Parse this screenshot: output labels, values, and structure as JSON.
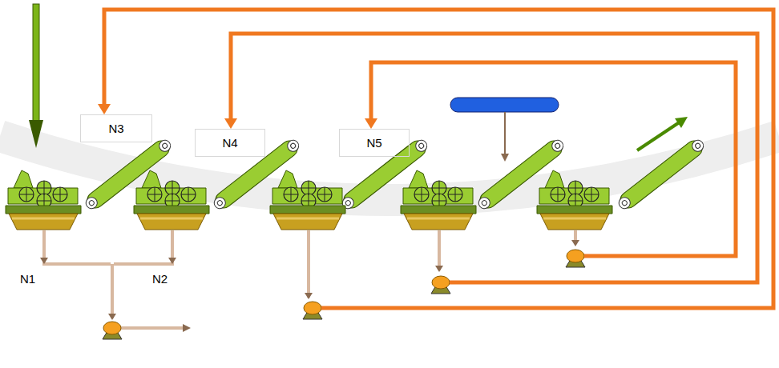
{
  "diagram": {
    "nodes": [
      {
        "text": [
          "N3"
        ]
      },
      {
        "text": [
          "N4"
        ]
      },
      {
        "text": [
          "N5"
        ]
      }
    ],
    "labels": [
      "N1",
      "N2"
    ]
  }
}
